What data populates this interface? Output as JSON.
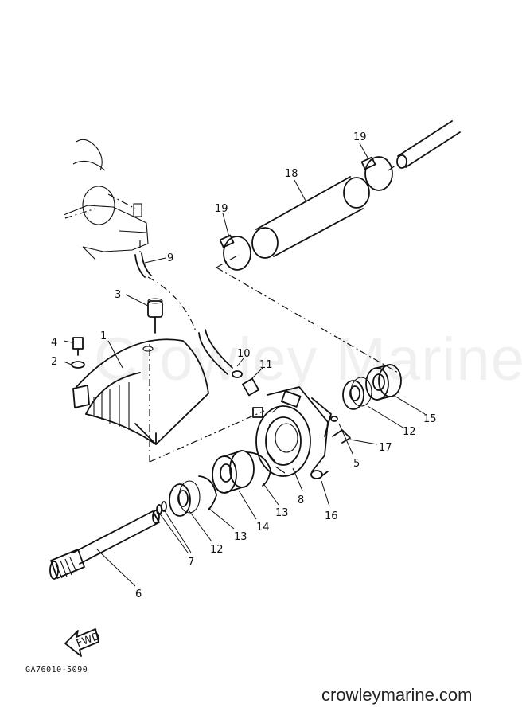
{
  "watermark": "Crowley Marine",
  "diagram_code": "GA76010-5090",
  "website": "crowleymarine.com",
  "fwd_label": "FWD",
  "callouts": {
    "c1": "1",
    "c2": "2",
    "c3": "3",
    "c4": "4",
    "c5": "5",
    "c6": "6",
    "c7": "7",
    "c8": "8",
    "c9": "9",
    "c10": "10",
    "c11": "11",
    "c12a": "12",
    "c12b": "12",
    "c13a": "13",
    "c13b": "13",
    "c14": "14",
    "c15": "15",
    "c16": "16",
    "c17": "17",
    "c18": "18",
    "c19a": "19",
    "c19b": "19"
  }
}
